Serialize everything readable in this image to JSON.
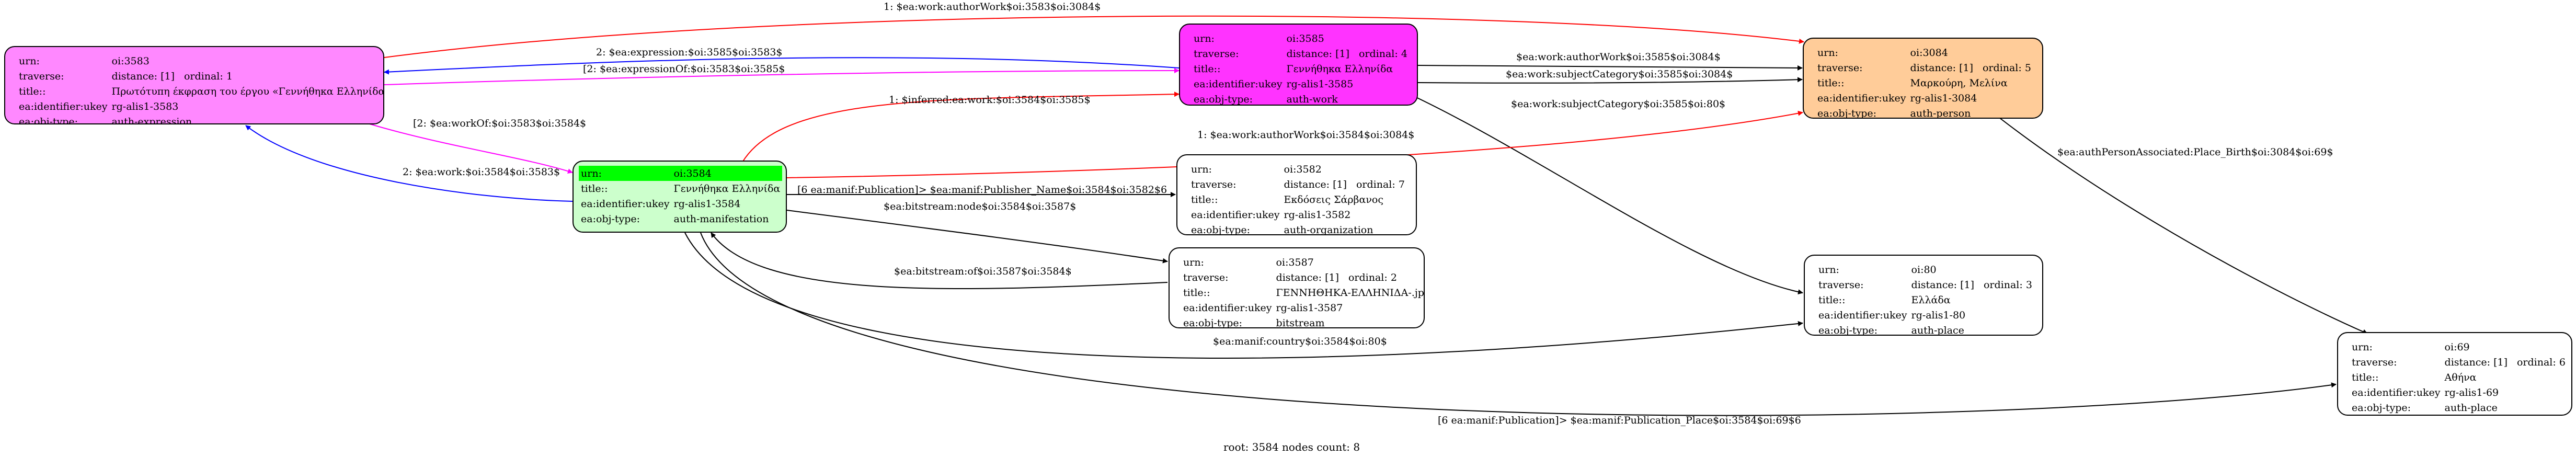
{
  "colors": {
    "expression": "#ff88ff",
    "work": "#ff33ff",
    "person": "#ffcc99",
    "manifestation": "#ccffcc",
    "highlight": "#00ff00",
    "plain": "#ffffff",
    "edge_red": "#ff0000",
    "edge_blue": "#0000ff",
    "edge_magenta": "#ff00ff",
    "edge_black": "#000000"
  },
  "nodes": {
    "n3583": {
      "urn": "oi:3583",
      "traverse_distance": "distance: [1]",
      "traverse_ordinal": "ordinal: 1",
      "title": "Πρωτότυπη έκφραση του έργου «Γεννήθηκα Ελληνίδα»",
      "ukey": "rg-alis1-3583",
      "objtype": "auth-expression"
    },
    "n3585": {
      "urn": "oi:3585",
      "traverse_distance": "distance: [1]",
      "traverse_ordinal": "ordinal: 4",
      "title": "Γεννήθηκα Ελληνίδα",
      "ukey": "rg-alis1-3585",
      "objtype": "auth-work"
    },
    "n3084": {
      "urn": "oi:3084",
      "traverse_distance": "distance: [1]",
      "traverse_ordinal": "ordinal: 5",
      "title": "Μαρκούρη, Μελίνα",
      "ukey": "rg-alis1-3084",
      "objtype": "auth-person"
    },
    "n3584": {
      "urn": "oi:3584",
      "title": "Γεννήθηκα Ελληνίδα",
      "ukey": "rg-alis1-3584",
      "objtype": "auth-manifestation"
    },
    "n3582": {
      "urn": "oi:3582",
      "traverse_distance": "distance: [1]",
      "traverse_ordinal": "ordinal: 7",
      "title": "Εκδόσεις Σάρβανος",
      "ukey": "rg-alis1-3582",
      "objtype": "auth-organization"
    },
    "n3587": {
      "urn": "oi:3587",
      "traverse_distance": "distance: [1]",
      "traverse_ordinal": "ordinal: 2",
      "title": "ΓΕΝΝΗΘΗΚΑ-ΕΛΛΗΝΙΔΑ-.jpg",
      "ukey": "rg-alis1-3587",
      "objtype": "bitstream"
    },
    "n80": {
      "urn": "oi:80",
      "traverse_distance": "distance: [1]",
      "traverse_ordinal": "ordinal: 3",
      "title": "Ελλάδα",
      "ukey": "rg-alis1-80",
      "objtype": "auth-place"
    },
    "n69": {
      "urn": "oi:69",
      "traverse_distance": "distance: [1]",
      "traverse_ordinal": "ordinal: 6",
      "title": "Αθήνα",
      "ukey": "rg-alis1-69",
      "objtype": "auth-place"
    }
  },
  "keys": {
    "urn": "urn:",
    "traverse": "traverse:",
    "title": "title::",
    "ukey": "ea:identifier:ukey",
    "objtype": "ea:obj-type:"
  },
  "edges": {
    "e1": "1: $ea:work:authorWork$oi:3583$oi:3084$",
    "e2": "2: $ea:expression:$oi:3585$oi:3583$",
    "e3": "[2: $ea:expressionOf:$oi:3583$oi:3585$",
    "e4": "$ea:work:authorWork$oi:3585$oi:3084$",
    "e5": "$ea:work:subjectCategory$oi:3585$oi:3084$",
    "e6": "$ea:work:subjectCategory$oi:3585$oi:80$",
    "e7": "[2: $ea:workOf:$oi:3583$oi:3584$",
    "e8": "1: $inferred:ea:work:$oi:3584$oi:3585$",
    "e9": "1: $ea:work:authorWork$oi:3584$oi:3084$",
    "e10": "2: $ea:work:$oi:3584$oi:3583$",
    "e11": "[6 ea:manif:Publication]> $ea:manif:Publisher_Name$oi:3584$oi:3582$6",
    "e12": "$ea:bitstream:node$oi:3584$oi:3587$",
    "e13": "$ea:bitstream:of$oi:3587$oi:3584$",
    "e14": "$ea:manif:country$oi:3584$oi:80$",
    "e15": "$ea:authPersonAssociated:Place_Birth$oi:3084$oi:69$",
    "e16": "[6 ea:manif:Publication]> $ea:manif:Publication_Place$oi:3584$oi:69$6"
  },
  "footer": "root: 3584 nodes count: 8"
}
